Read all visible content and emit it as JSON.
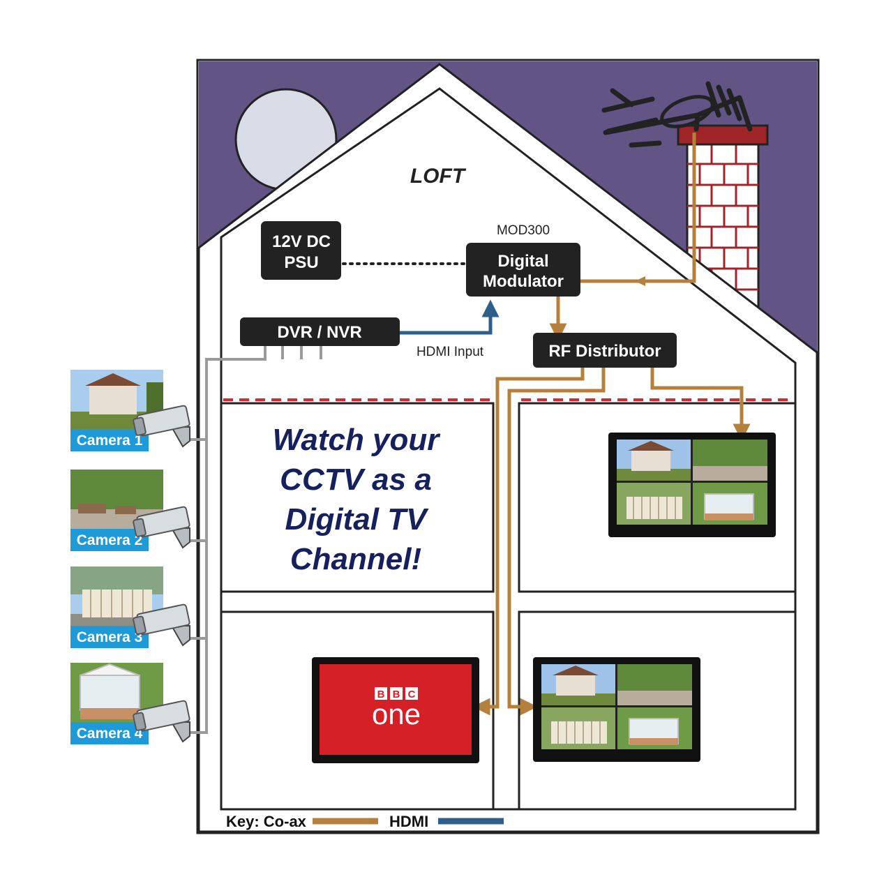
{
  "loft_label": "LOFT",
  "psu": {
    "line1": "12V DC",
    "line2": "PSU"
  },
  "modulator": {
    "model": "MOD300",
    "line1": "Digital",
    "line2": "Modulator"
  },
  "dvr": {
    "label": "DVR / NVR"
  },
  "hdmi_input_label": "HDMI Input",
  "rf_distributor": {
    "label": "RF Distributor"
  },
  "headline": [
    "Watch your",
    "CCTV as a",
    "Digital TV",
    "Channel!"
  ],
  "cameras": [
    {
      "label": "Camera 1"
    },
    {
      "label": "Camera 2"
    },
    {
      "label": "Camera 3"
    },
    {
      "label": "Camera 4"
    }
  ],
  "tv_channel": {
    "logo_letters": [
      "B",
      "B",
      "C"
    ],
    "logo_word": "one"
  },
  "key": {
    "title": "Key: Co-ax",
    "hdmi": "HDMI"
  },
  "colors": {
    "sky": "#625586",
    "coax": "#b5803b",
    "hdmi": "#2e5f8a",
    "box": "#222222",
    "camera_label": "#1f9ad8",
    "floor_divider": "#e3242b",
    "bbc_red": "#d62027",
    "headline": "#16205c",
    "brick": "#a02528"
  }
}
